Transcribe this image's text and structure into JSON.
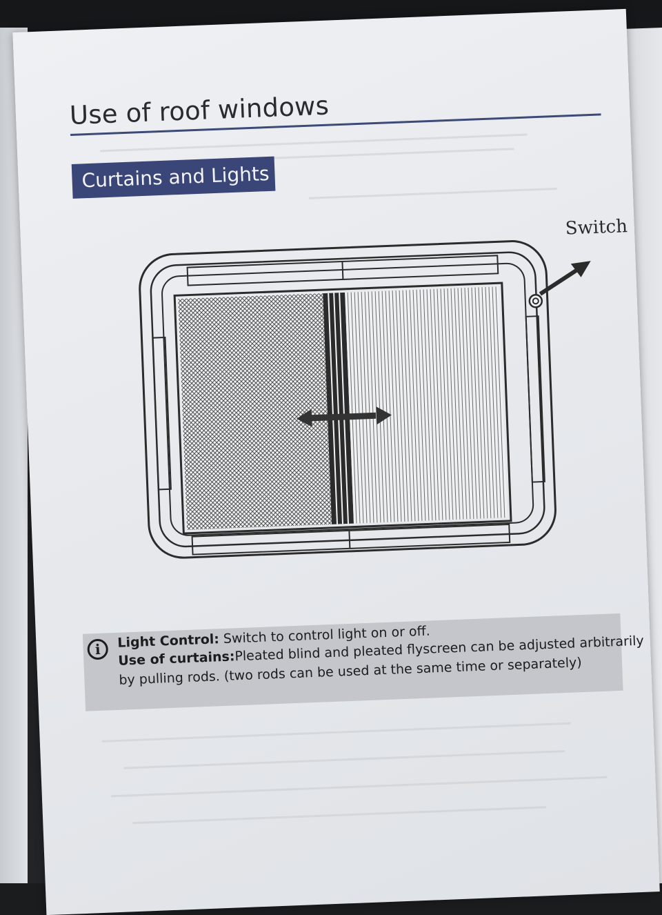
{
  "page": {
    "title": "Use of roof windows",
    "section": "Curtains and Lights"
  },
  "figure": {
    "callout": "Switch"
  },
  "note": {
    "icon": "info-icon",
    "light_label": "Light Control:",
    "light_text": "Switch to control light on or off.",
    "curtains_label": "Use of curtains:",
    "curtains_text": "Pleated blind and pleated flyscreen can be adjusted arbitrarily",
    "curtains_text_2": "by pulling rods. (two rods can be used at the same time or separately)"
  },
  "colors": {
    "accent": "#3a4677",
    "note_bg": "#c4c6cb",
    "ink": "#2a2b30"
  }
}
